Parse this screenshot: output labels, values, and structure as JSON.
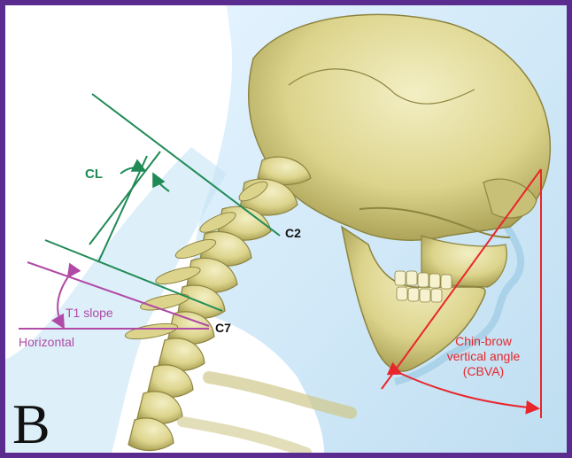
{
  "figure": {
    "panel_letter": "B",
    "labels": {
      "cl": "CL",
      "c2": "C2",
      "c7": "C7",
      "t1_slope": "T1 slope",
      "horizontal": "Horizontal",
      "cbva_line1": "Chin-brow",
      "cbva_line2": "vertical angle",
      "cbva_line3": "(CBVA)"
    },
    "colors": {
      "frame": "#5b2c8f",
      "cervical_lordosis": "#1f8a55",
      "t1_slope": "#b04aa6",
      "cbva": "#e8262b",
      "vertebra_label": "#111111",
      "bone": "#e6e0a0",
      "soft_tissue": "#b9ddf0"
    }
  }
}
